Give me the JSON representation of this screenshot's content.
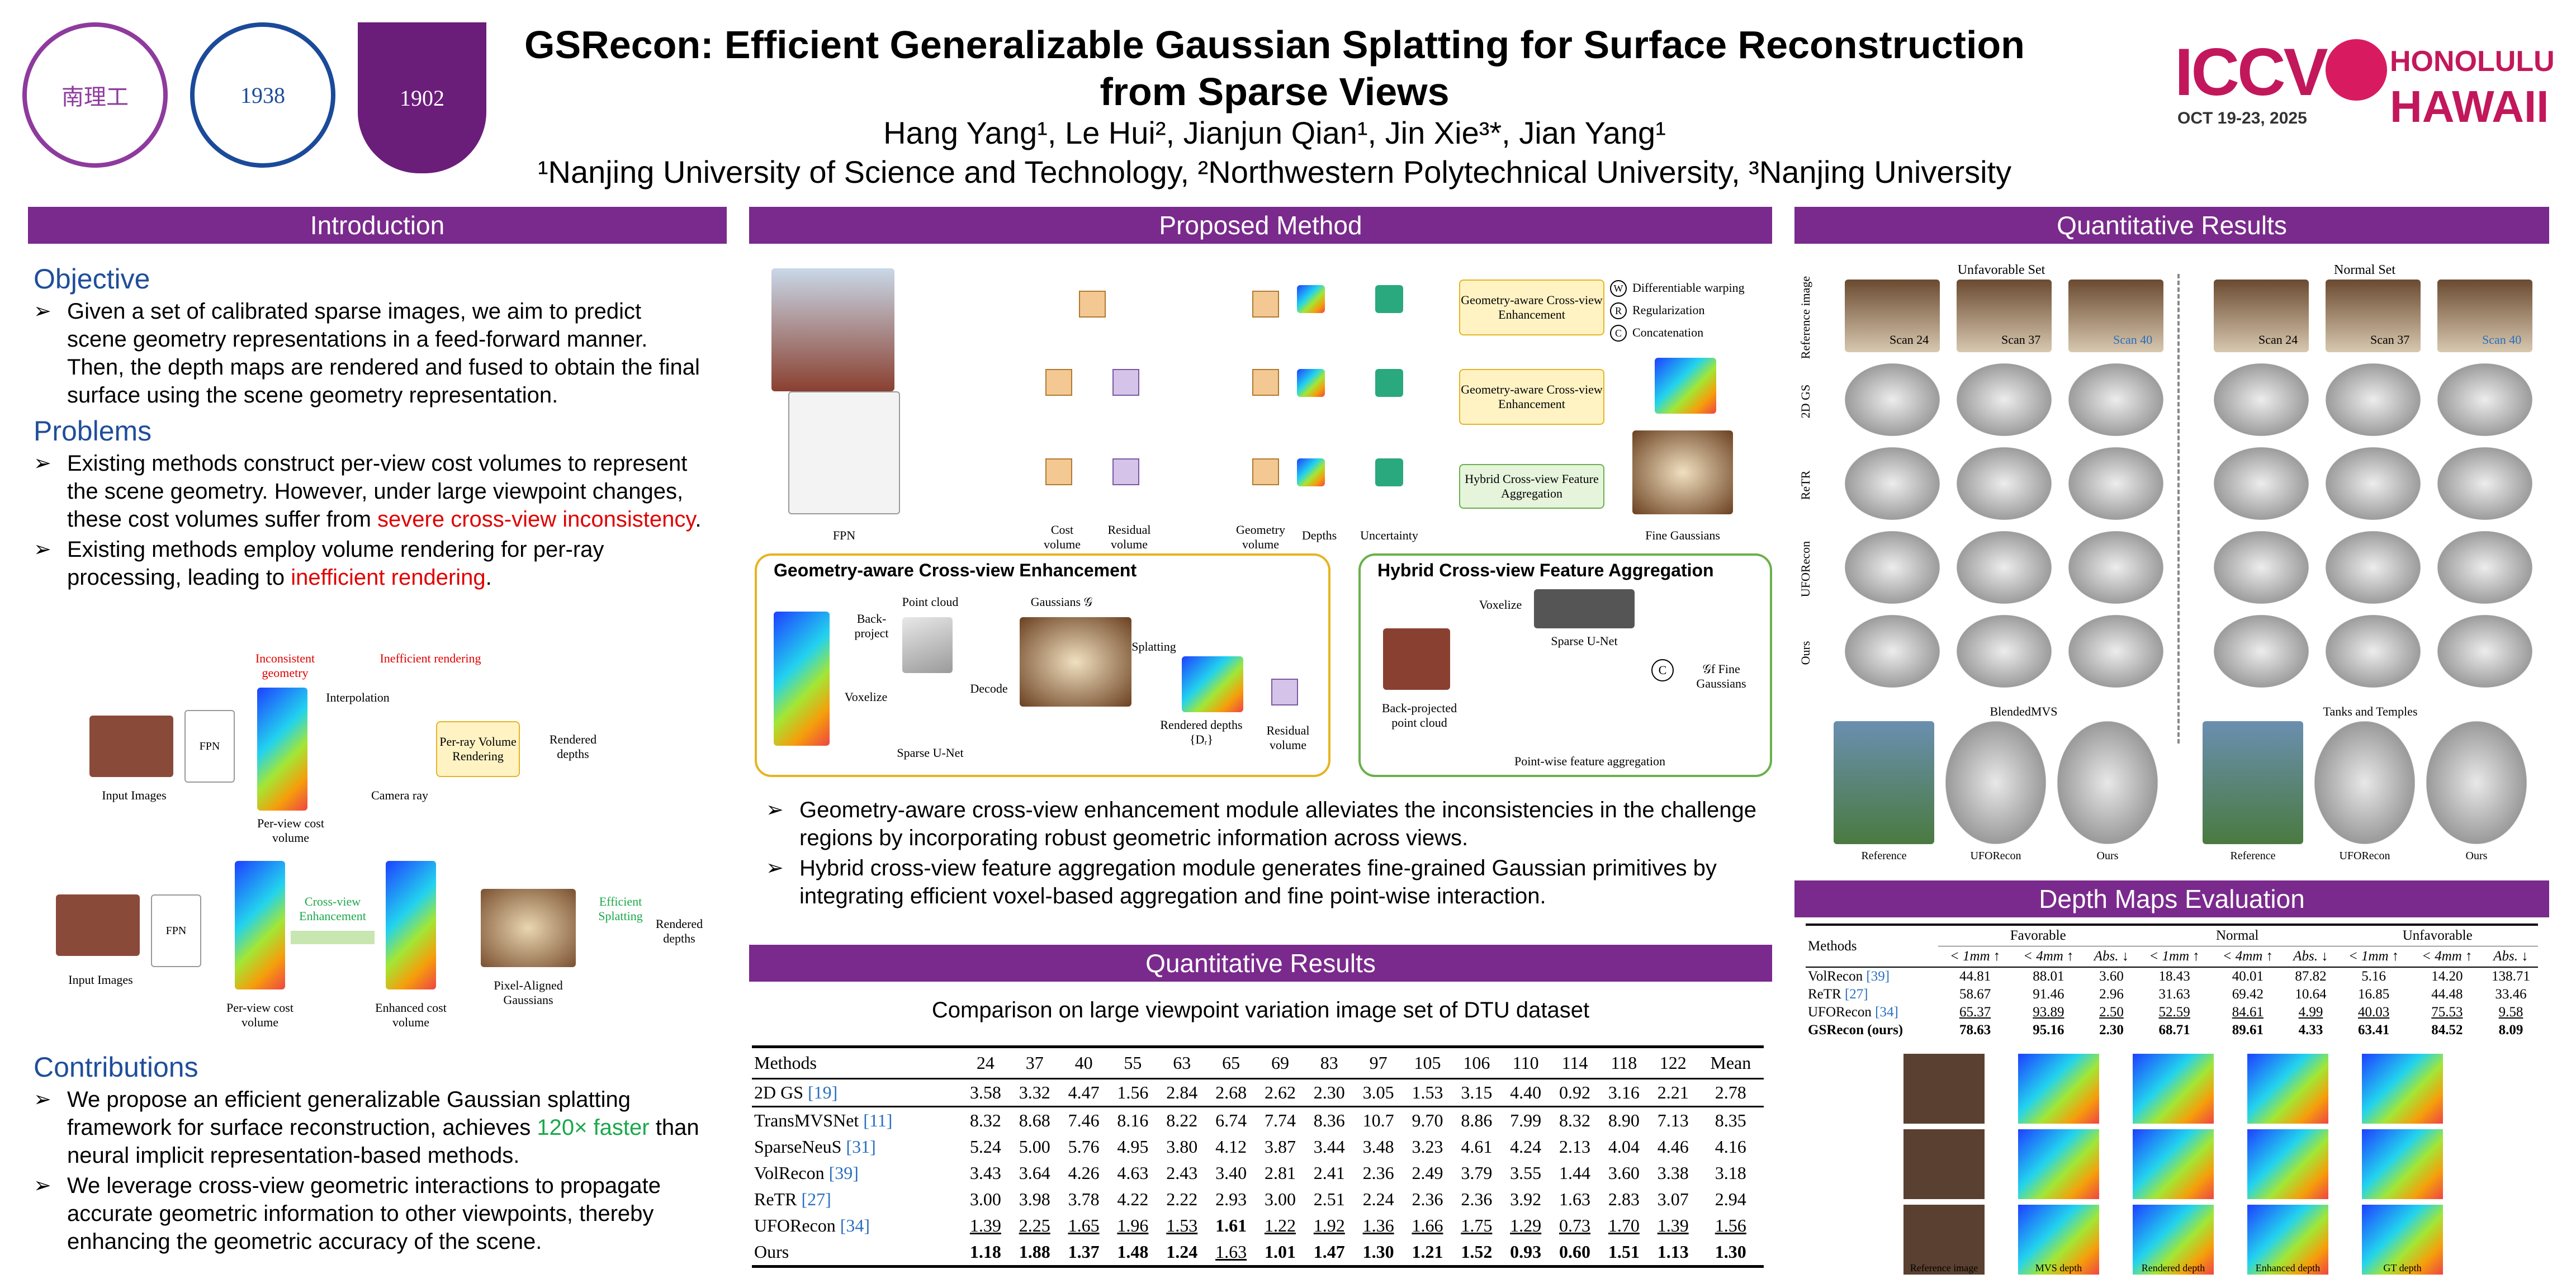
{
  "header": {
    "title_line1": "GSRecon: Efficient Generalizable Gaussian Splatting for Surface Reconstruction",
    "title_line2": "from Sparse Views",
    "authors": "Hang Yang¹, Le Hui², Jianjun Qian¹, Jin Xie³*, Jian Yang¹",
    "affiliations": "¹Nanjing University of Science and Technology, ²Northwestern Polytechnical University, ³Nanjing University",
    "logos": [
      "Nanjing University of Science & Technology",
      "Northwestern Polytechnical University 1938",
      "Nanjing University 1902"
    ],
    "conf": {
      "name": "ICCV",
      "dates": "OCT 19-23, 2025",
      "city": "HONOLULU",
      "state": "HAWAII"
    },
    "colors": {
      "purple": "#7a2a8c",
      "iccv": "#c2185b"
    }
  },
  "intro": {
    "title": "Introduction",
    "objective_h": "Objective",
    "objective": "Given a set of calibrated sparse images, we aim to predict scene geometry representations in a feed-forward manner. Then, the depth maps are rendered and fused to obtain the final surface using the scene geometry representation.",
    "problems_h": "Problems",
    "p1a": "Existing methods construct per-view cost volumes to represent the scene geometry. However, under large viewpoint changes, these cost volumes suffer from ",
    "p1b": "severe cross-view inconsistency",
    "p1c": ".",
    "p2a": "Existing methods employ volume rendering for per-ray processing, leading to ",
    "p2b": "inefficient rendering",
    "p2c": ".",
    "fig1": {
      "inconsistent": "Inconsistent geometry",
      "inefficient": "Inefficient rendering",
      "interp": "Interpolation",
      "fpn": "FPN",
      "input": "Input Images",
      "pervol": "Per-view cost volume",
      "ray": "Camera ray",
      "vr": "Per-ray Volume Rendering",
      "rd": "Rendered depths"
    },
    "fig2": {
      "fpn": "FPN",
      "input": "Input Images",
      "pervol": "Per-view cost volume",
      "cve": "Cross-view Enhancement",
      "enh": "Enhanced cost volume",
      "pag": "Pixel-Aligned Gaussians",
      "es": "Efficient Splatting",
      "rd": "Rendered depths"
    },
    "contrib_h": "Contributions",
    "c1a": "We propose an efficient generalizable Gaussian splatting framework for surface reconstruction, achieves ",
    "c1b": "120× faster",
    "c1c": " than neural implicit representation-based methods.",
    "c2": "We leverage cross-view geometric interactions to propagate accurate geometric information to other viewpoints, thereby enhancing the geometric accuracy of the scene."
  },
  "method": {
    "title": "Proposed Method",
    "legend": [
      "Differentiable warping",
      "Regularization",
      "Concatenation"
    ],
    "legend_sym": [
      "W",
      "R",
      "C"
    ],
    "labels": {
      "fpn": "FPN",
      "cost": "Cost volume",
      "res": "Residual volume",
      "geo": "Geometry volume",
      "depths": "Depths",
      "unc": "Uncertainty",
      "fine": "Fine Gaussians",
      "gace": "Geometry-aware Cross-view Enhancement",
      "hcfa": "Hybrid Cross-view Feature Aggregation"
    },
    "gace": {
      "title": "Geometry-aware  Cross-view  Enhancement",
      "back": "Back-project",
      "pc": "Point cloud",
      "gauss": "Gaussians 𝒢",
      "vox": "Voxelize",
      "decode": "Decode",
      "unet": "Sparse U-Net",
      "splat": "Splatting",
      "rd": "Rendered depths {Dᵣ}",
      "rv": "Residual volume"
    },
    "hcfa": {
      "title": "Hybrid  Cross-view  Feature  Aggregation",
      "vox": "Voxelize",
      "unet": "Sparse U-Net",
      "bp": "Back-projected point cloud",
      "pw": "Point-wise feature aggregation",
      "fg": "𝒢f Fine Gaussians",
      "c": "C"
    },
    "b1": "Geometry-aware cross-view enhancement module alleviates the inconsistencies in the challenge regions by incorporating robust geometric information across views.",
    "b2": "Hybrid cross-view feature aggregation module generates fine-grained Gaussian primitives by integrating efficient voxel-based aggregation and fine point-wise interaction."
  },
  "dtu": {
    "title": "Quantitative Results",
    "caption": "Comparison on large viewpoint variation image set of DTU dataset",
    "headers": [
      "Methods",
      "24",
      "37",
      "40",
      "55",
      "63",
      "65",
      "69",
      "83",
      "97",
      "105",
      "106",
      "110",
      "114",
      "118",
      "122",
      "Mean"
    ],
    "rows": [
      {
        "name": "2D GS",
        "cite": "[19]",
        "vals": [
          "3.58",
          "3.32",
          "4.47",
          "1.56",
          "2.84",
          "2.68",
          "2.62",
          "2.30",
          "3.05",
          "1.53",
          "3.15",
          "4.40",
          "0.92",
          "3.16",
          "2.21",
          "2.78"
        ],
        "bold": [],
        "under": []
      },
      {
        "name": "TransMVSNet",
        "cite": "[11]",
        "vals": [
          "8.32",
          "8.68",
          "7.46",
          "8.16",
          "8.22",
          "6.74",
          "7.74",
          "8.36",
          "10.7",
          "9.70",
          "8.86",
          "7.99",
          "8.32",
          "8.90",
          "7.13",
          "8.35"
        ],
        "bold": [],
        "under": []
      },
      {
        "name": "SparseNeuS",
        "cite": "[31]",
        "vals": [
          "5.24",
          "5.00",
          "5.76",
          "4.95",
          "3.80",
          "4.12",
          "3.87",
          "3.44",
          "3.48",
          "3.23",
          "4.61",
          "4.24",
          "2.13",
          "4.04",
          "4.46",
          "4.16"
        ],
        "bold": [],
        "under": []
      },
      {
        "name": "VolRecon",
        "cite": "[39]",
        "vals": [
          "3.43",
          "3.64",
          "4.26",
          "4.63",
          "2.43",
          "3.40",
          "2.81",
          "2.41",
          "2.36",
          "2.49",
          "3.79",
          "3.55",
          "1.44",
          "3.60",
          "3.38",
          "3.18"
        ],
        "bold": [],
        "under": []
      },
      {
        "name": "ReTR",
        "cite": "[27]",
        "vals": [
          "3.00",
          "3.98",
          "3.78",
          "4.22",
          "2.22",
          "2.93",
          "3.00",
          "2.51",
          "2.24",
          "2.36",
          "2.36",
          "3.92",
          "1.63",
          "2.83",
          "3.07",
          "2.94"
        ],
        "bold": [],
        "under": []
      },
      {
        "name": "UFORecon",
        "cite": "[34]",
        "vals": [
          "1.39",
          "2.25",
          "1.65",
          "1.96",
          "1.53",
          "1.61",
          "1.22",
          "1.92",
          "1.36",
          "1.66",
          "1.75",
          "1.29",
          "0.73",
          "1.70",
          "1.39",
          "1.56"
        ],
        "bold": [
          5
        ],
        "under": [
          0,
          1,
          2,
          3,
          4,
          6,
          7,
          8,
          9,
          10,
          11,
          12,
          13,
          14,
          15
        ]
      },
      {
        "name": "Ours",
        "cite": "",
        "vals": [
          "1.18",
          "1.88",
          "1.37",
          "1.48",
          "1.24",
          "1.63",
          "1.01",
          "1.47",
          "1.30",
          "1.21",
          "1.52",
          "0.93",
          "0.60",
          "1.51",
          "1.13",
          "1.30"
        ],
        "bold": [
          0,
          1,
          2,
          3,
          4,
          6,
          7,
          8,
          9,
          10,
          11,
          12,
          13,
          14,
          15
        ],
        "under": [
          5
        ]
      }
    ]
  },
  "qual": {
    "title": "Quantitative Results",
    "unfav": "Unfavorable Set",
    "normal": "Normal Set",
    "rows": [
      "Reference image",
      "2D GS",
      "ReTR",
      "UFORecon",
      "Ours"
    ],
    "scans": [
      "Scan 24",
      "Scan 37",
      "Scan 40",
      "Scan 24",
      "Scan 37",
      "Scan 40"
    ],
    "blended": "BlendedMVS",
    "tanks": "Tanks and Temples",
    "bottom_labels": [
      "Reference",
      "UFORecon",
      "Ours",
      "Reference",
      "UFORecon",
      "Ours"
    ]
  },
  "depth": {
    "title": "Depth Maps Evaluation",
    "methods_h": "Methods",
    "groups": [
      "Favorable",
      "Normal",
      "Unfavorable"
    ],
    "sub": [
      "< 1mm ↑",
      "< 4mm ↑",
      "Abs. ↓",
      "< 1mm ↑",
      "< 4mm ↑",
      "Abs. ↓",
      "< 1mm ↑",
      "< 4mm ↑",
      "Abs. ↓"
    ],
    "rows": [
      {
        "name": "VolRecon",
        "cite": "[39]",
        "vals": [
          "44.81",
          "88.01",
          "3.60",
          "18.43",
          "40.01",
          "87.82",
          "5.16",
          "14.20",
          "138.71"
        ],
        "bold": false,
        "under": false
      },
      {
        "name": "ReTR",
        "cite": "[27]",
        "vals": [
          "58.67",
          "91.46",
          "2.96",
          "31.63",
          "69.42",
          "10.64",
          "16.85",
          "44.48",
          "33.46"
        ],
        "bold": false,
        "under": false
      },
      {
        "name": "UFORecon",
        "cite": "[34]",
        "vals": [
          "65.37",
          "93.89",
          "2.50",
          "52.59",
          "84.61",
          "4.99",
          "40.03",
          "75.53",
          "9.58"
        ],
        "bold": false,
        "under": true
      },
      {
        "name": "GSRecon (ours)",
        "cite": "",
        "vals": [
          "78.63",
          "95.16",
          "2.30",
          "68.71",
          "89.61",
          "4.33",
          "63.41",
          "84.52",
          "8.09"
        ],
        "bold": true,
        "under": false
      }
    ],
    "img_labels": [
      "Reference image",
      "MVS depth",
      "Rendered depth",
      "Enhanced depth",
      "GT depth"
    ]
  }
}
